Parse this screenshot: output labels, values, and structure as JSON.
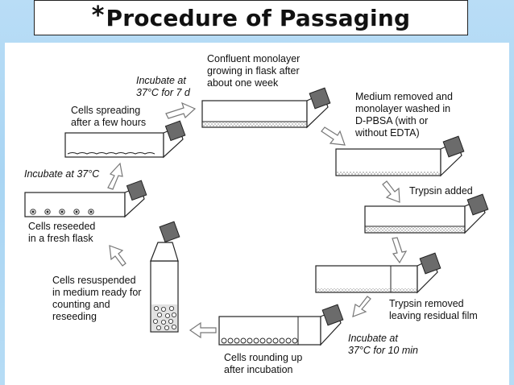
{
  "title": {
    "star": "*",
    "text": "Procedure of Passaging"
  },
  "steps": {
    "confluent": [
      "Confluent monolayer",
      "growing in flask after",
      "about one week"
    ],
    "incubate_7d": [
      "Incubate at",
      "37°C for 7 d"
    ],
    "spreading": [
      "Cells spreading",
      "after a few hours"
    ],
    "medium_removed": [
      "Medium removed and",
      "monolayer washed in",
      "D-PBSA (with or",
      "without EDTA)"
    ],
    "trypsin_added": [
      "Trypsin added"
    ],
    "incubate_37": [
      "Incubate at 37°C"
    ],
    "reseeded": [
      "Cells reseeded",
      "in a fresh flask"
    ],
    "resuspended": [
      "Cells resuspended",
      "in medium ready for",
      "counting and",
      "reseeding"
    ],
    "trypsin_removed": [
      "Trypsin removed",
      "leaving residual film"
    ],
    "incubate_10min": [
      "Incubate at",
      "37°C for 10 min"
    ],
    "rounding": [
      "Cells rounding up",
      "after incubation"
    ]
  },
  "colors": {
    "background": "#b3daf4",
    "cap": "#6b6b6b",
    "arrow_fill": "#ffffff",
    "arrow_stroke": "#777777"
  }
}
